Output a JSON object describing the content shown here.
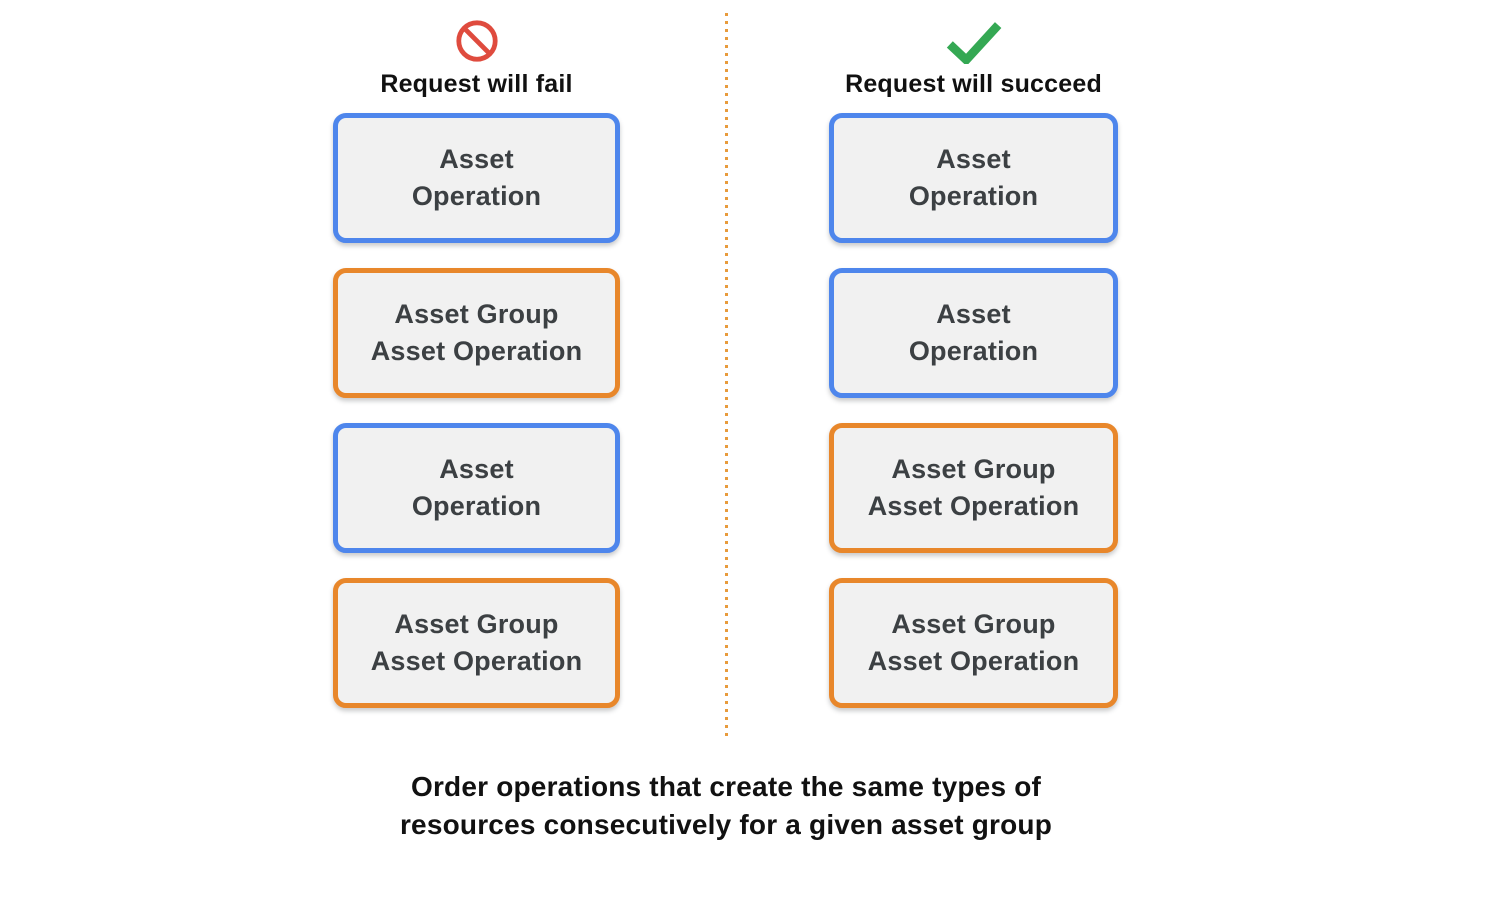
{
  "columns": [
    {
      "result": "fail",
      "icon": "prohibited-icon",
      "title": "Request will fail",
      "boxes": [
        {
          "type": "asset-operation",
          "line1": "Asset",
          "line2": "Operation"
        },
        {
          "type": "asset-group-asset-operation",
          "line1": "Asset Group",
          "line2": "Asset Operation"
        },
        {
          "type": "asset-operation",
          "line1": "Asset",
          "line2": "Operation"
        },
        {
          "type": "asset-group-asset-operation",
          "line1": "Asset Group",
          "line2": "Asset Operation"
        }
      ]
    },
    {
      "result": "succeed",
      "icon": "check-icon",
      "title": "Request will succeed",
      "boxes": [
        {
          "type": "asset-operation",
          "line1": "Asset",
          "line2": "Operation"
        },
        {
          "type": "asset-operation",
          "line1": "Asset",
          "line2": "Operation"
        },
        {
          "type": "asset-group-asset-operation",
          "line1": "Asset Group",
          "line2": "Asset Operation"
        },
        {
          "type": "asset-group-asset-operation",
          "line1": "Asset Group",
          "line2": "Asset Operation"
        }
      ]
    }
  ],
  "caption": {
    "line1": "Order operations that create the same types of",
    "line2": "resources consecutively for a given asset group"
  },
  "colors": {
    "asset_operation_border": "#4E86EC",
    "asset_group_border": "#E8872B",
    "box_fill": "#F1F1F1",
    "box_text": "#3C4043",
    "fail_icon_red": "#DF4B3E",
    "success_icon_green": "#34A853",
    "divider_orange": "#E89B3C",
    "heading_text": "#111111"
  }
}
